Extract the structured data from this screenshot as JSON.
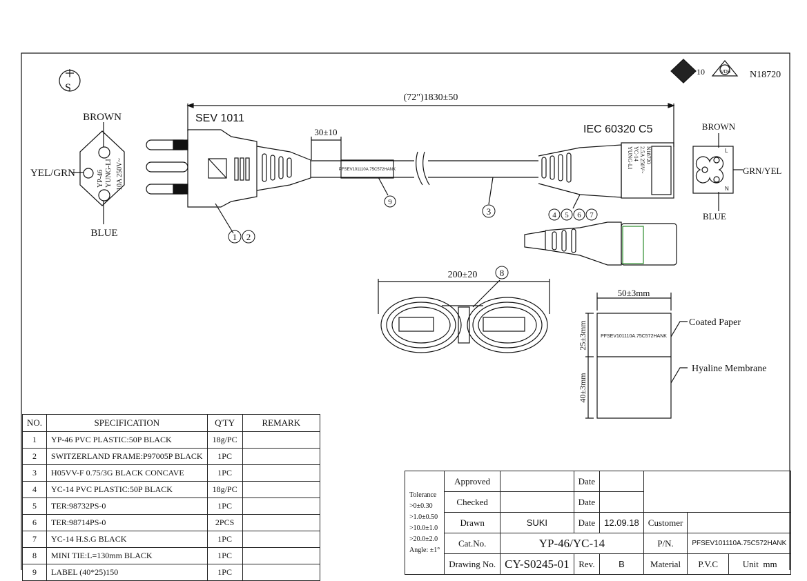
{
  "marks": {
    "earth_symbol": "S",
    "ce_number": "10",
    "vde_text": "VDE",
    "cert_no": "N18720"
  },
  "dims": {
    "overall": "(72\")1830±50",
    "strip": "30±10",
    "coil": "200±20",
    "label_w": "50±3mm",
    "label_h1": "25±3mm",
    "label_h2": "40±3mm"
  },
  "plug": {
    "standard": "SEV 1011",
    "brown": "BROWN",
    "yelgrn": "YEL/GRN",
    "blue": "BLUE",
    "body_text": [
      "YP-46",
      "YUNG-LI",
      "10A 250V~"
    ]
  },
  "connector": {
    "standard": "IEC 60320 C5",
    "brown": "BROWN",
    "grnyel": "GRN/YEL",
    "blue": "BLUE",
    "body_text": [
      "YUNG-LI",
      "YC-14",
      "2.5A 250V~",
      "N18720"
    ],
    "pin_l": "L",
    "pin_n": "N"
  },
  "cable_label": "PFSEV101110A.75C572HANK",
  "label_detail": {
    "text": "PFSEV101110A.75C572HANK",
    "coated": "Coated Paper",
    "hyaline": "Hyaline Membrane"
  },
  "callouts": [
    "1",
    "2",
    "3",
    "4",
    "5",
    "6",
    "7",
    "8",
    "9"
  ],
  "spec_table": {
    "headers": [
      "NO.",
      "SPECIFICATION",
      "Q'TY",
      "REMARK"
    ],
    "rows": [
      {
        "no": "1",
        "spec": "YP-46 PVC PLASTIC:50P BLACK",
        "qty": "18g/PC",
        "remark": ""
      },
      {
        "no": "2",
        "spec": "SWITZERLAND FRAME:P97005P BLACK",
        "qty": "1PC",
        "remark": ""
      },
      {
        "no": "3",
        "spec": "H05VV-F 0.75/3G BLACK CONCAVE",
        "qty": "1PC",
        "remark": ""
      },
      {
        "no": "4",
        "spec": "YC-14 PVC PLASTIC:50P BLACK",
        "qty": "18g/PC",
        "remark": ""
      },
      {
        "no": "5",
        "spec": "TER:98732PS-0",
        "qty": "1PC",
        "remark": ""
      },
      {
        "no": "6",
        "spec": "TER:98714PS-0",
        "qty": "2PCS",
        "remark": ""
      },
      {
        "no": "7",
        "spec": "YC-14 H.S.G BLACK",
        "qty": "1PC",
        "remark": ""
      },
      {
        "no": "8",
        "spec": "MINI TIE:L=130mm  BLACK",
        "qty": "1PC",
        "remark": ""
      },
      {
        "no": "9",
        "spec": "LABEL (40*25)150",
        "qty": "1PC",
        "remark": ""
      }
    ]
  },
  "title_block": {
    "tolerance": [
      "Tolerance",
      ">0±0.30",
      ">1.0±0.50",
      ">10.0±1.0",
      ">20.0±2.0",
      "Angle: ±1°"
    ],
    "approved": "Approved",
    "checked": "Checked",
    "drawn": "Drawn",
    "drawn_by": "SUKI",
    "date": "Date",
    "date_value": "12.09.18",
    "customer": "Customer",
    "cat_no_label": "Cat.No.",
    "cat_no": "YP-46/YC-14",
    "pn_label": "P/N.",
    "pn": "PFSEV101110A.75C572HANK",
    "drawing_no_label": "Drawing No.",
    "drawing_no": "CY-S0245-01",
    "rev_label": "Rev.",
    "rev": "B",
    "material_label": "Material",
    "material": "P.V.C",
    "unit_label": "Unit",
    "unit": "mm"
  }
}
